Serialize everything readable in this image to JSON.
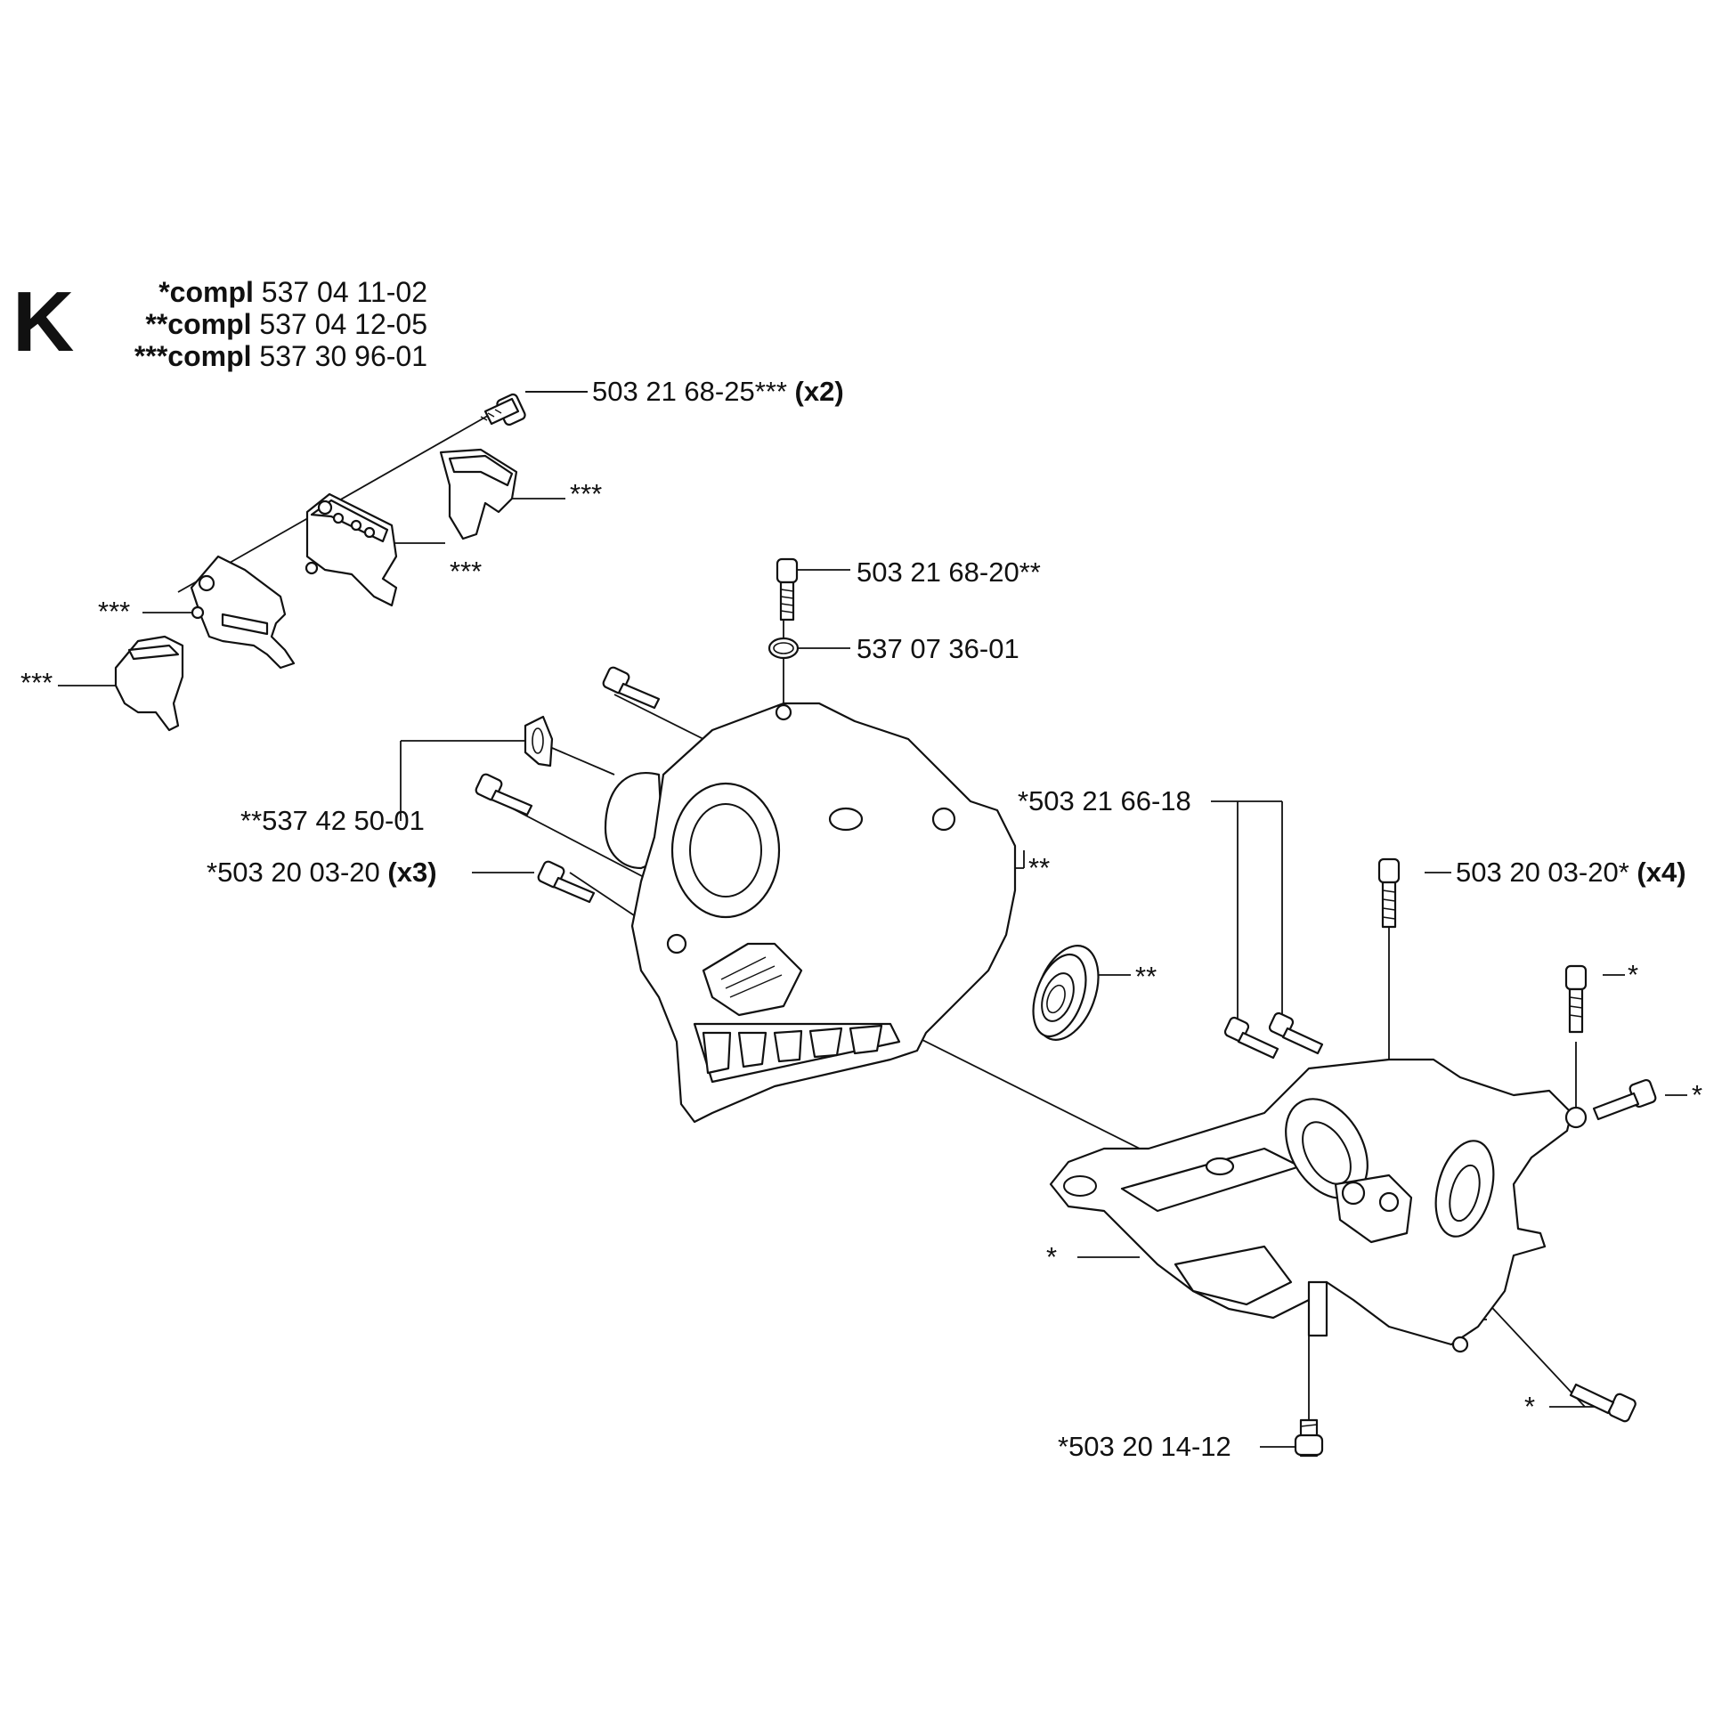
{
  "section_letter": "K",
  "legend": [
    {
      "prefix": "*compl",
      "number": "537 04 11-02"
    },
    {
      "prefix": "**compl",
      "number": "537 04 12-05"
    },
    {
      "prefix": "***compl",
      "number": "537 30 96-01"
    }
  ],
  "callouts": {
    "c01": {
      "text": "503 21 68-25***",
      "qty": "(x2)"
    },
    "c02": {
      "text": "***"
    },
    "c03": {
      "text": "***"
    },
    "c04": {
      "text": "***"
    },
    "c05": {
      "text": "***"
    },
    "c06": {
      "text": "503 21 68-20**"
    },
    "c07": {
      "text": "537 07 36-01"
    },
    "c08": {
      "text": "**537 42 50-01"
    },
    "c09": {
      "text": "*503 20 03-20",
      "qty": "(x3)"
    },
    "c10": {
      "text": "**"
    },
    "c11": {
      "text": "**"
    },
    "c12": {
      "text": "*503 21 66-18"
    },
    "c13": {
      "text": "503 20 03-20*",
      "qty": "(x4)"
    },
    "c14": {
      "text": "*"
    },
    "c15": {
      "text": "*"
    },
    "c16": {
      "text": "*"
    },
    "c17": {
      "text": "*"
    },
    "c18": {
      "text": "*503 20 14-12"
    }
  }
}
